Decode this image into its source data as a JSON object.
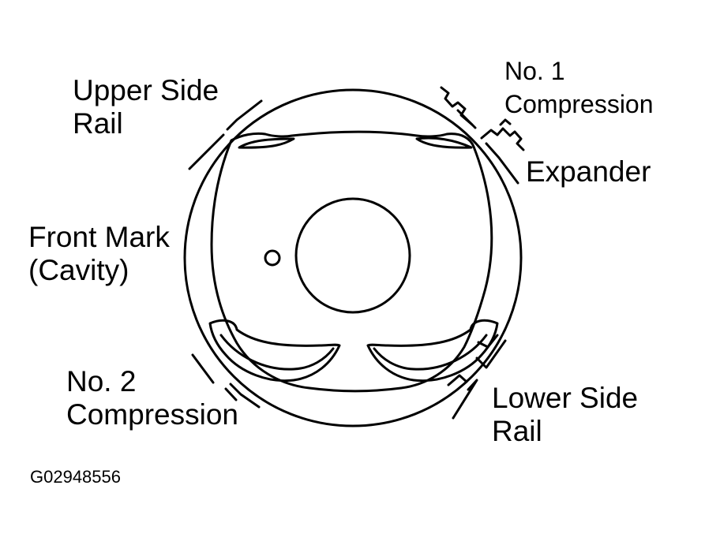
{
  "labels": {
    "upper_side_rail": [
      "Upper Side",
      "Rail"
    ],
    "no1_compression": [
      "No. 1",
      "Compression"
    ],
    "expander": "Expander",
    "front_mark": [
      "Front Mark",
      "(Cavity)"
    ],
    "no2_compression": [
      "No. 2",
      "Compression"
    ],
    "lower_side_rail": [
      "Lower Side",
      "Rail"
    ]
  },
  "figure_code": "G02948556",
  "colors": {
    "line": "#000000",
    "background": "#ffffff"
  }
}
